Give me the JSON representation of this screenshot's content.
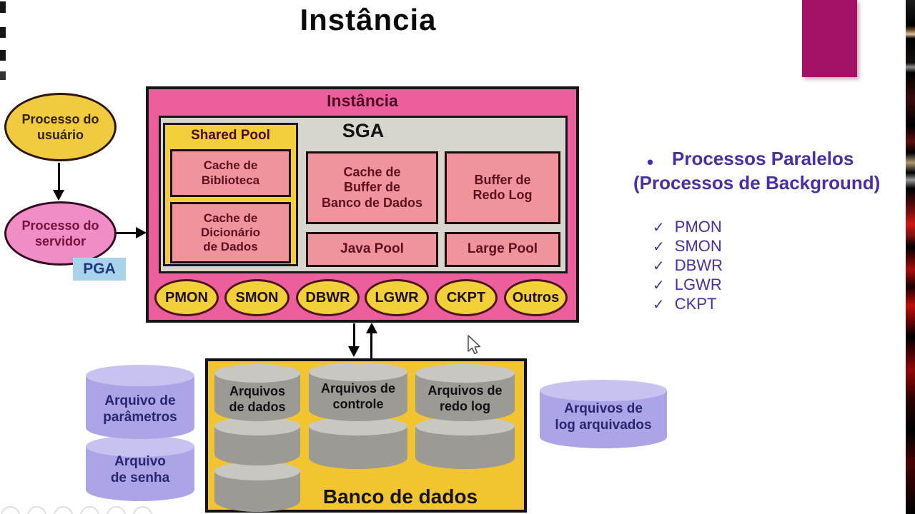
{
  "title": "Instância",
  "flow": {
    "user_process": {
      "lines": [
        "Processo do",
        "usuário"
      ]
    },
    "server_process": {
      "lines": [
        "Processo do",
        "servidor"
      ]
    },
    "pga": "PGA"
  },
  "instance": {
    "header": "Instância",
    "sga": "SGA",
    "shared_pool": {
      "title": "Shared Pool",
      "library_cache": {
        "lines": [
          "Cache de",
          "Biblioteca"
        ]
      },
      "dictionary_cache": {
        "lines": [
          "Cache de",
          "Dicionário",
          "de Dados"
        ]
      }
    },
    "buffer_cache": {
      "lines": [
        "Cache de",
        "Buffer de",
        "Banco de Dados"
      ]
    },
    "redo_buffer": {
      "lines": [
        "Buffer de",
        "Redo Log"
      ]
    },
    "java_pool": "Java Pool",
    "large_pool": "Large Pool",
    "processes": [
      "PMON",
      "SMON",
      "DBWR",
      "LGWR",
      "CKPT",
      "Outros"
    ]
  },
  "database": {
    "label": "Banco de dados",
    "data_files": {
      "lines": [
        "Arquivos",
        "de dados"
      ]
    },
    "control_files": {
      "lines": [
        "Arquivos de",
        "controle"
      ]
    },
    "redo_files": {
      "lines": [
        "Arquivos de",
        "redo log"
      ]
    }
  },
  "external": {
    "param_file": {
      "lines": [
        "Arquivo de",
        "parâmetros"
      ]
    },
    "password_file": {
      "lines": [
        "Arquivo",
        "de senha"
      ]
    },
    "archive_file": {
      "lines": [
        "Arquivos de",
        "log arquivados"
      ]
    }
  },
  "sidebar": {
    "bullet": "•",
    "heading1": "Processos Paralelos",
    "heading2": "(Processos de Background)",
    "check": "✓",
    "items": [
      "PMON",
      "SMON",
      "DBWR",
      "LGWR",
      "CKPT"
    ]
  },
  "colors": {
    "instance_pink": "#ED5E9D",
    "box_salmon": "#F1939C",
    "shared_pool_yellow": "#F2CE3B",
    "db_yellow": "#F1C430",
    "sga_gray": "#D6D5CE",
    "cylinder_purple": "#ABA5E8",
    "cylinder_gray": "#9B9A95",
    "sidebar_purple": "#4B2DA6",
    "accent_magenta": "#A31267",
    "pga_blue": "#A9D2EB"
  }
}
